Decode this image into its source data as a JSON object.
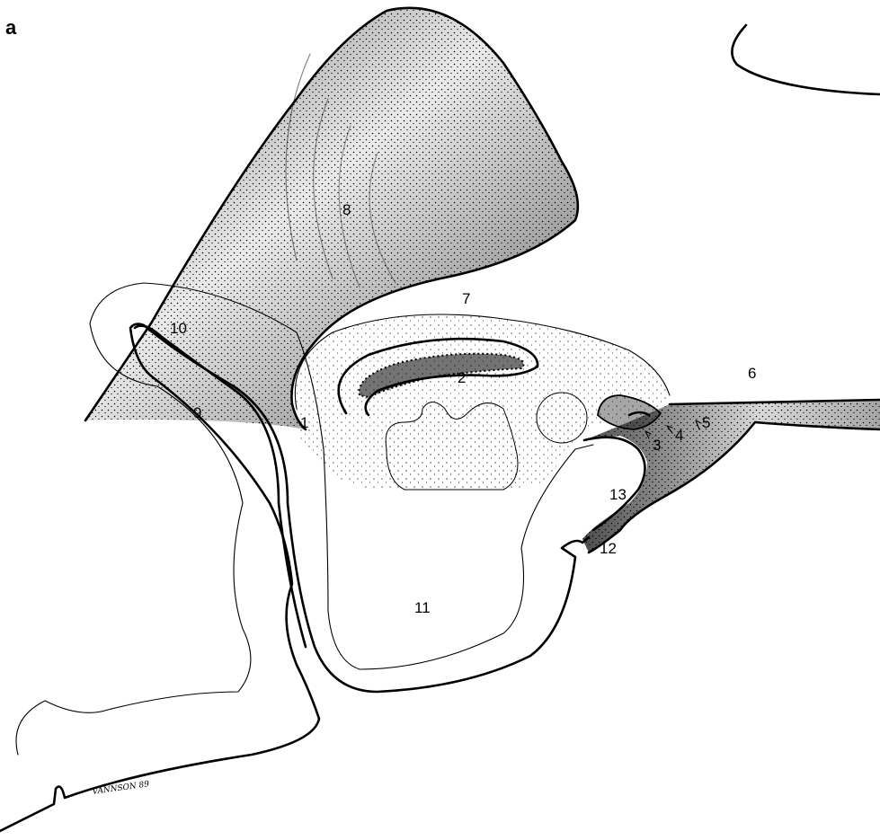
{
  "panel_label": "a",
  "labels": {
    "l1": "1",
    "l2": "2",
    "l3": "3",
    "l4": "4",
    "l5": "5",
    "l6": "6",
    "l7": "7",
    "l8": "8",
    "l9": "9",
    "l10": "10",
    "l11": "11",
    "l12": "12",
    "l13": "13"
  },
  "signature": "VANNSON 89"
}
